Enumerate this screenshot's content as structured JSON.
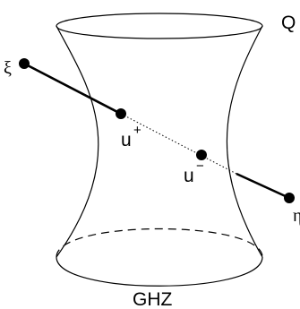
{
  "labels": {
    "surface": "Q",
    "point_left": "ξ",
    "point_right": "η",
    "u_plus_base": "u",
    "u_plus_sup": "+",
    "u_minus_base": "u",
    "u_minus_sup": "−",
    "bottom": "GHZ"
  },
  "colors": {
    "ink": "#000000",
    "background": "#ffffff"
  }
}
